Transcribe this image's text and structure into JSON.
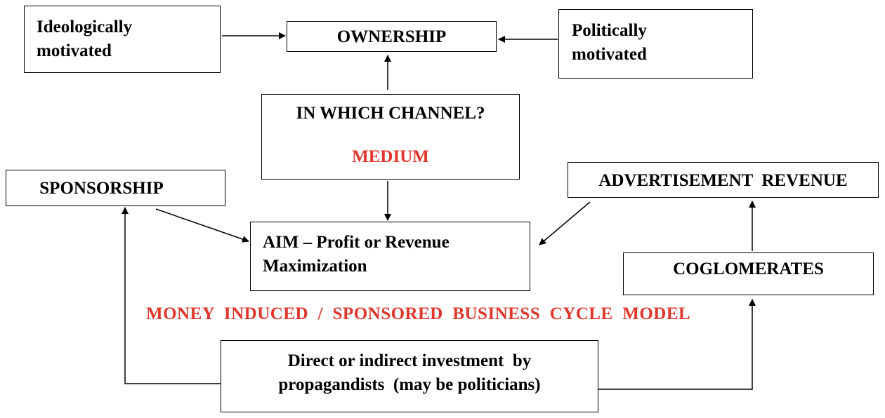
{
  "boxes": {
    "ideological": {
      "line1": "Ideologically",
      "line2": "motivated"
    },
    "ownership": {
      "label": "OWNERSHIP"
    },
    "political": {
      "line1": "Politically",
      "line2": "motivated"
    },
    "channel": {
      "question": "IN WHICH CHANNEL?",
      "medium": "MEDIUM"
    },
    "sponsorship": {
      "label": "SPONSORSHIP"
    },
    "advertisement": {
      "label": "ADVERTISEMENT  REVENUE"
    },
    "aim": {
      "line1": "AIM – Profit or Revenue",
      "line2": "Maximization"
    },
    "conglomerates": {
      "label": "COGLOMERATES"
    },
    "investment": {
      "line1": "Direct or indirect investment  by",
      "line2": "propagandists  (may be politicians)"
    }
  },
  "caption": "MONEY  INDUCED  /  SPONSORED  BUSINESS  CYCLE  MODEL",
  "colors": {
    "accent": "#e0362b",
    "line": "#000000"
  }
}
